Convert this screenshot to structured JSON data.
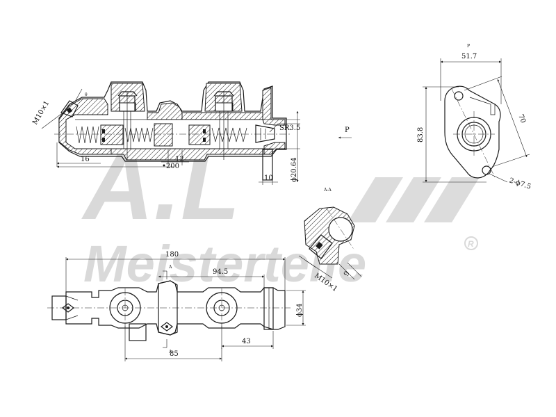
{
  "watermark": {
    "initials": "A.L",
    "brand": "Meisterteile",
    "registered": "R"
  },
  "top_view": {
    "thread_label": "M10×1",
    "thread_angle": "θ",
    "sphere_label": "SR3.5",
    "dim_16": "16",
    "dim_200": "•200",
    "dim_12": "12",
    "dim_10": "10",
    "dim_bore": "ϕ20.64"
  },
  "end_view": {
    "view_label": "P",
    "dim_width": "51.7",
    "dim_height": "83.8",
    "dim_diag": "70",
    "holes": "2-ϕ7.5"
  },
  "arrow_view": {
    "label": "P"
  },
  "section_view": {
    "label": "A-A",
    "thread_label": "M10×1",
    "dim_9": "9"
  },
  "plan_view": {
    "dim_total": "180",
    "dim_center": "94.5",
    "dim_85": "85",
    "dim_43": "43",
    "dim_dia": "ϕ34",
    "section_mark": "A"
  }
}
